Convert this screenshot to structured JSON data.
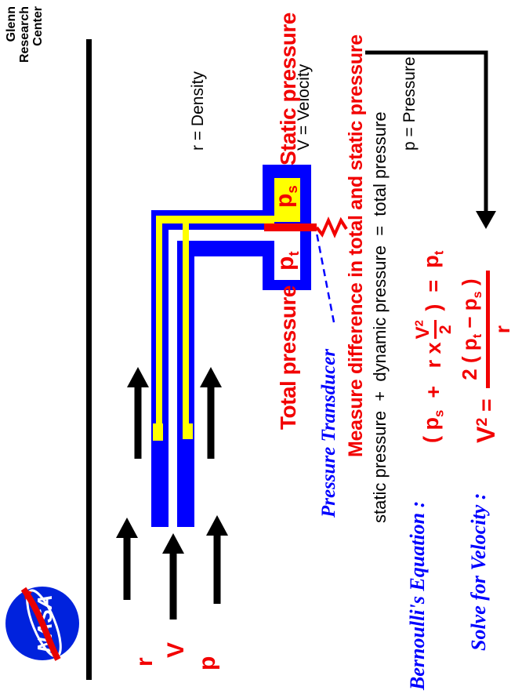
{
  "colors": {
    "tube_blue": "#0000ff",
    "passage_yellow": "#ffff00",
    "accent_red": "#f20000",
    "text_black": "#000000",
    "label_blue": "#0000ff"
  },
  "header": {
    "agency_lines": [
      "Glenn",
      "Research",
      "Center"
    ],
    "nasa_logo_text": "NASA"
  },
  "legend": {
    "lines": [
      "r = Density",
      "V = Velocity",
      "p = Pressure"
    ]
  },
  "flow_labels": {
    "density": "r",
    "velocity": "V",
    "pressure": "p"
  },
  "diagram_labels": {
    "total_pressure": "Total pressure",
    "static_pressure": "Static pressure",
    "p_base": "p",
    "pt_sub": "t",
    "ps_sub": "s",
    "transducer": "Pressure Transducer"
  },
  "annotation": {
    "measure": "Measure difference in total and static pressure"
  },
  "equations": {
    "bernoulli_label": "Bernoulli's Equation :",
    "word_equation": "static pressure  +  dynamic pressure  =  total pressure",
    "eq1": {
      "open": "( p",
      "sub_s": "s",
      "plus": "  +   ",
      "rho_times": "r x",
      "num_base": "V",
      "num_sup": "2",
      "den": "2",
      "close": " )  =  ",
      "p_base": "p",
      "sub_t": "t"
    },
    "solve_label": "Solve for Velocity :",
    "eq2": {
      "lhs_base": "V",
      "lhs_sup": "2",
      "equals": " = ",
      "num_a": "2 ( p",
      "num_sub_t": "t",
      "num_b": " − p",
      "num_sub_s": "s",
      "num_c": " )",
      "den": "r"
    }
  }
}
